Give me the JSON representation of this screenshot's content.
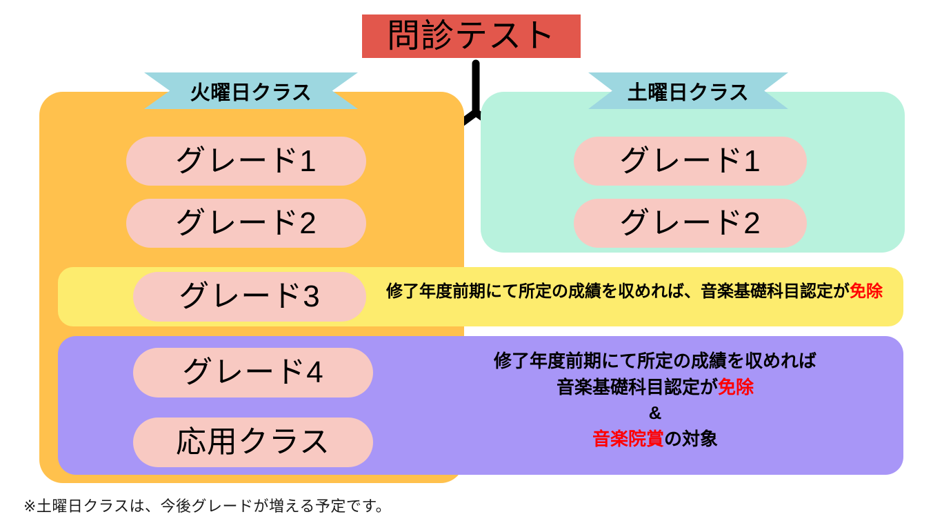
{
  "title": {
    "label": "問診テスト",
    "background": "#e2574c"
  },
  "arrow": {
    "name": "branching-arrow",
    "color": "#000000"
  },
  "columns": [
    {
      "id": "tuesday",
      "banner": "火曜日クラス",
      "banner_color": "#9dd7e0",
      "panel_color": "#ffc14d",
      "grades": [
        "グレード1",
        "グレード2"
      ]
    },
    {
      "id": "saturday",
      "banner": "土曜日クラス",
      "banner_color": "#9dd7e0",
      "panel_color": "#b8f2dd",
      "grades": [
        "グレード1",
        "グレード2"
      ]
    }
  ],
  "bands": [
    {
      "id": "grade3",
      "color": "#fdec6e",
      "grade": "グレード3",
      "note_lines": [
        {
          "plain_before": "修了年度前期にて所定の成績を収めれば、音楽基礎科目認定が",
          "highlight": "免除",
          "plain_after": ""
        }
      ]
    },
    {
      "id": "grade4",
      "color": "#a896f7",
      "grades": [
        "グレード4",
        "応用クラス"
      ],
      "note_lines": [
        {
          "plain_before": "修了年度前期にて所定の成績を収めれば",
          "highlight": "",
          "plain_after": ""
        },
        {
          "plain_before": "音楽基礎科目認定が",
          "highlight": "免除",
          "plain_after": ""
        },
        {
          "plain_before": "&",
          "highlight": "",
          "plain_after": ""
        },
        {
          "plain_before": "",
          "highlight": "音楽院賞",
          "plain_after": "の対象"
        }
      ]
    }
  ],
  "footnote": "※土曜日クラスは、今後グレードが増える予定です。",
  "colors": {
    "highlight_red": "#ff0000",
    "pill_pink": "#f8c9c2",
    "text_black": "#000000"
  }
}
